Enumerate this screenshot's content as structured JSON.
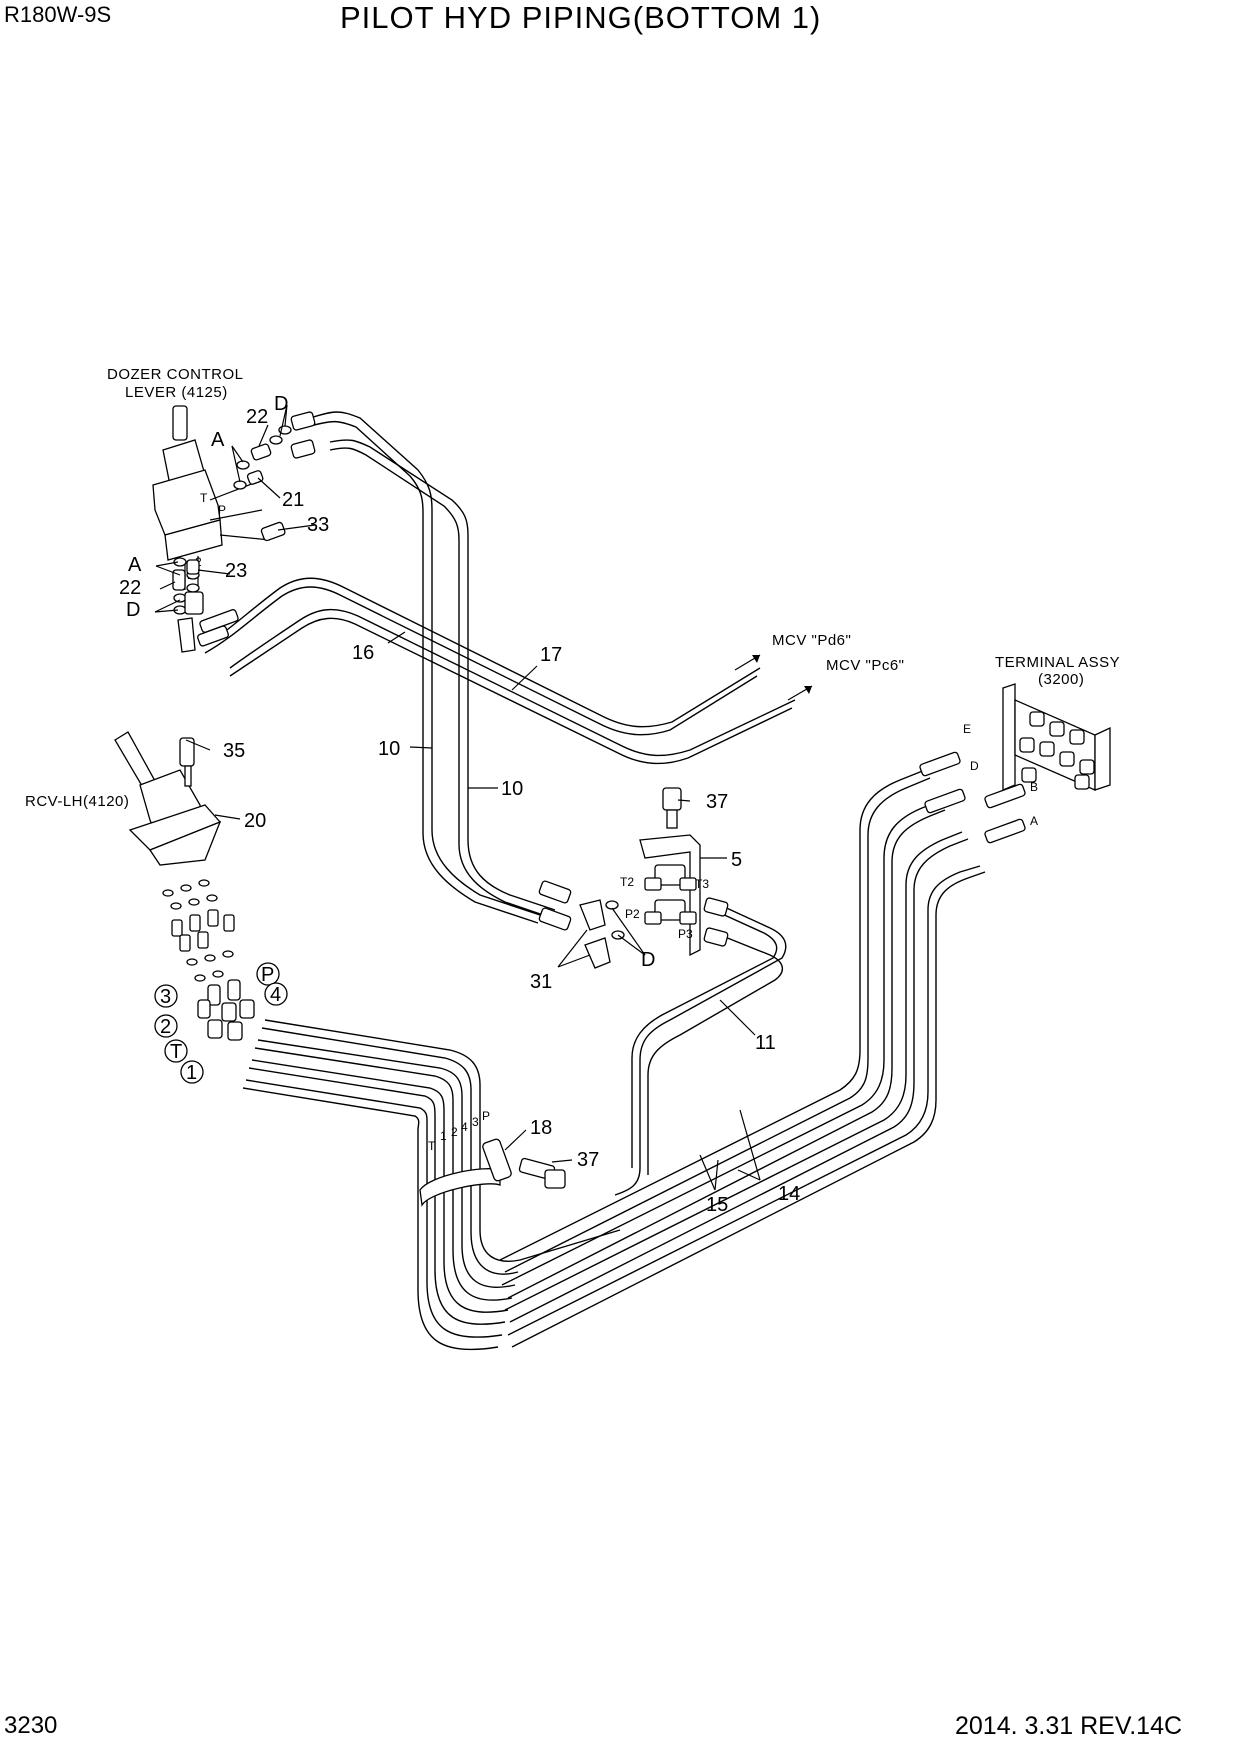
{
  "header": {
    "model": "R180W-9S",
    "title": "PILOT HYD PIPING(BOTTOM 1)"
  },
  "footer": {
    "page_number": "3230",
    "revision": "2014. 3.31  REV.14C"
  },
  "labels": {
    "dozer_control": "DOZER CONTROL",
    "dozer_lever": "LEVER (4125)",
    "rcv_lh": "RCV-LH(4120)",
    "terminal_assy": "TERMINAL ASSY",
    "terminal_code": "(3200)",
    "mcv_pd6": "MCV \"Pd6\"",
    "mcv_pc6": "MCV \"Pc6\""
  },
  "callouts": {
    "c22_top": "22",
    "cD_top": "D",
    "cA_top": "A",
    "c21": "21",
    "c33": "33",
    "cA_mid": "A",
    "c23": "23",
    "c22_mid": "22",
    "cD_mid": "D",
    "c16": "16",
    "c17": "17",
    "c10_left": "10",
    "c10_right": "10",
    "c35": "35",
    "c20": "20",
    "c37_top": "37",
    "c5": "5",
    "c31": "31",
    "cD_low": "D",
    "c11": "11",
    "c18": "18",
    "c37_bot": "37",
    "c14": "14",
    "c15": "15"
  },
  "circled_ports": {
    "p3": "3",
    "p2": "2",
    "pT": "T",
    "p1": "1",
    "pP": "P",
    "p4": "4"
  },
  "port_labels": {
    "T2": "T2",
    "T3": "T3",
    "P2": "P2",
    "P3": "P3",
    "E": "E",
    "D": "D",
    "B": "B",
    "A": "A",
    "lever_T": "T",
    "lever_P": "P",
    "lever_1": "1",
    "lever_2": "2",
    "hose_T": "T",
    "hose_1": "1",
    "hose_2": "2",
    "hose_4": "4",
    "hose_3": "3",
    "hose_P": "P"
  }
}
